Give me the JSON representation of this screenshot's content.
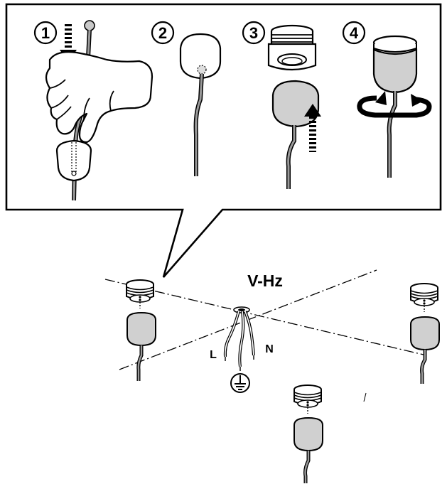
{
  "steps": [
    {
      "number": "1"
    },
    {
      "number": "2"
    },
    {
      "number": "3"
    },
    {
      "number": "4"
    }
  ],
  "supply_label": "V-Hz",
  "wire_labels": {
    "live": "L",
    "neutral": "N"
  },
  "icons": [
    "step-badge",
    "down-arrow-icon",
    "up-arrow-icon",
    "rotate-arrow-icon",
    "ground-icon",
    "hand-icon"
  ],
  "colors": {
    "stroke": "#000000",
    "fill_grey": "#d0d0d0",
    "cable_grey": "#9a9a9a",
    "background": "#ffffff"
  }
}
